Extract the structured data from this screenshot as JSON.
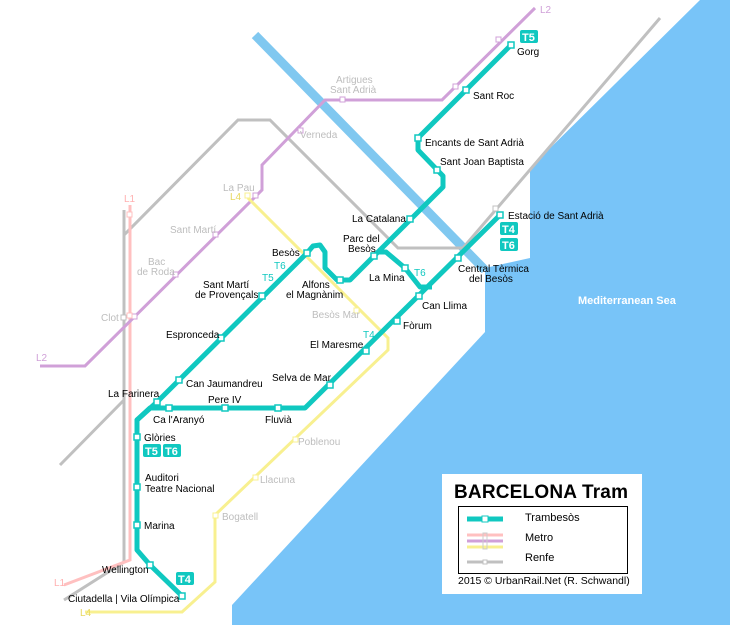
{
  "title": "BARCELONA Tram",
  "sea_label": "Mediterranean Sea",
  "colors": {
    "tram": "#10c8c0",
    "sea": "#78c4f8",
    "metro_l1": "#ffc0c0",
    "metro_l2": "#d0a0d8",
    "metro_l4": "#f8f090",
    "renfe": "#c0c0c0",
    "road": "#80c8f0"
  },
  "legend": {
    "trambesos": "Trambesòs",
    "metro": "Metro",
    "renfe": "Renfe",
    "copyright": "2015 © UrbanRail.Net (R. Schwandl)"
  },
  "line_labels": {
    "l1_top": "L1",
    "l1_bottom": "L1",
    "l2_top": "L2",
    "l2_left": "L2",
    "l4_top": "L4",
    "l4_bottom": "L4",
    "t5": "T5",
    "t6": "T6",
    "t4": "T4"
  },
  "badges": {
    "gorg_t5": "T5",
    "estacio_t4": "T4",
    "estacio_t6": "T6",
    "glories_t5": "T5",
    "glories_t6": "T6",
    "ciutadella_t4": "T4"
  },
  "tram_stations": {
    "gorg": "Gorg",
    "sant_roc": "Sant Roc",
    "encants": "Encants de Sant Adrià",
    "sant_joan": "Sant Joan Baptista",
    "la_catalana": "La Catalana",
    "parc_del_besos_1": "Parc del",
    "parc_del_besos_2": "Besòs",
    "la_mina": "La Mina",
    "estacio": "Estació de Sant Adrià",
    "central_1": "Central Tèrmica",
    "central_2": "del Besòs",
    "can_llima": "Can Llima",
    "forum": "Fòrum",
    "el_maresme": "El Maresme",
    "selva_de_mar": "Selva de Mar",
    "besos": "Besòs",
    "alfons_1": "Alfons",
    "alfons_2": "el Magnànim",
    "sant_marti_prov_1": "Sant Martí",
    "sant_marti_prov_2": "de Provençals",
    "espronceda": "Espronceda",
    "can_jaumandreu": "Can Jaumandreu",
    "la_farinera": "La Farinera",
    "ca_laranyo": "Ca l'Aranyó",
    "pere_iv": "Pere IV",
    "fluvia": "Fluvià",
    "glories": "Glòries",
    "auditori_1": "Auditori",
    "auditori_2": "Teatre Nacional",
    "marina": "Marina",
    "wellington": "Wellington",
    "ciutadella": "Ciutadella | Vila Olímpica"
  },
  "other_stations": {
    "artigues_1": "Artigues",
    "artigues_2": "Sant Adrià",
    "verneda": "Verneda",
    "la_pau": "La Pau",
    "sant_marti": "Sant Martí",
    "bac_1": "Bac",
    "bac_2": "de Roda",
    "clot": "Clot",
    "besos_mar": "Besòs Mar",
    "poblenou": "Poblenou",
    "llacuna": "Llacuna",
    "bogatell": "Bogatell"
  }
}
